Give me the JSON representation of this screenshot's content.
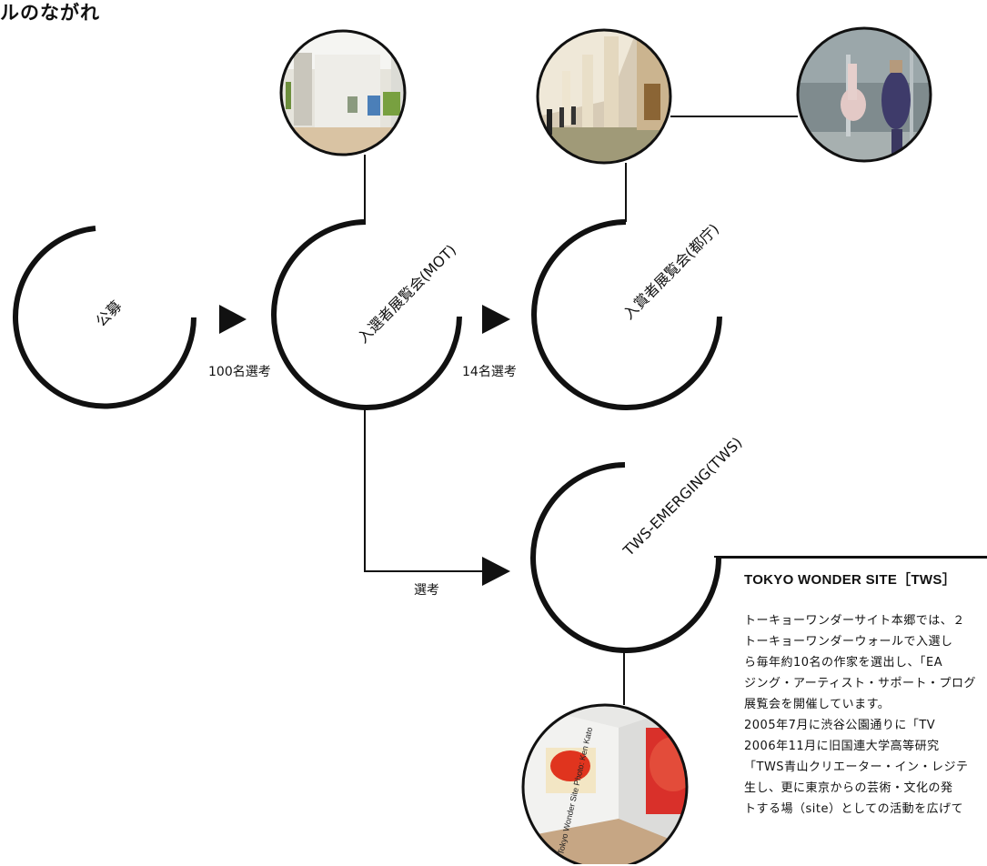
{
  "heading": {
    "title": "ルのながれ"
  },
  "stages": {
    "koubo": "公募",
    "mot": "入選者展覧会(MOT)",
    "tocho": "入賞者展覧会(都庁)",
    "tws_emerging": "TWS-EMERGING(TWS)"
  },
  "steps": {
    "select_100": "100名選考",
    "select_14": "14名選考",
    "select": "選考"
  },
  "photos": {
    "mot_gallery": "gallery-photo",
    "tocho_corridor": "corridor-photo",
    "tocho_sculpture": "sculpture-photo",
    "tws_gallery": "tws-gallery-photo",
    "credit": "Tokyo Wonder Site  Photo: Ken Kato"
  },
  "info": {
    "title": "TOKYO WONDER SITE［TWS］",
    "lines": [
      "トーキョーワンダーサイト本郷では、２",
      "トーキョーワンダーウォールで入選し",
      "ら毎年約10名の作家を選出し、「EA",
      "ジング・アーティスト・サポート・プログ",
      "展覧会を開催しています。",
      "2005年7月に渋谷公園通りに「TV",
      "2006年11月に旧国連大学高等研究",
      "「TWS青山クリエーター・イン・レジテ",
      "生し、更に東京からの芸術・文化の発",
      "トする場（site）としての活動を広げて"
    ]
  },
  "colors": {
    "ink": "#111111",
    "background": "#ffffff"
  }
}
